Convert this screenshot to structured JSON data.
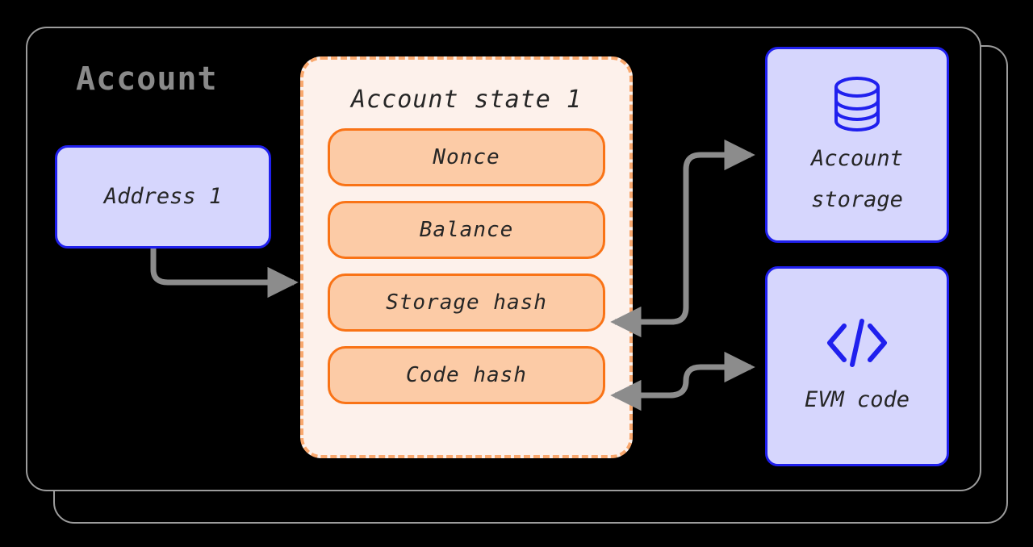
{
  "diagram": {
    "group_title": "Account",
    "address_node": {
      "label": "Address 1",
      "fill": "#d6d6fd",
      "border": "#2020ee"
    },
    "account_state": {
      "title": "Account state 1",
      "panel_fill": "#fdf1eb",
      "panel_border": "#f9a86e",
      "field_fill": "#fccba6",
      "field_border": "#f97316",
      "fields": [
        {
          "label": "Nonce"
        },
        {
          "label": "Balance"
        },
        {
          "label": "Storage hash"
        },
        {
          "label": "Code hash"
        }
      ]
    },
    "external_nodes": [
      {
        "id": "account-storage",
        "icon": "database-icon",
        "line1": "Account",
        "line2": "storage"
      },
      {
        "id": "evm-code",
        "icon": "code-icon",
        "line1": "EVM code",
        "line2": ""
      }
    ],
    "connectors": [
      {
        "from": "Address 1",
        "to": "Account state 1",
        "direction": "forward"
      },
      {
        "from": "Storage hash",
        "to": "Account storage",
        "direction": "both"
      },
      {
        "from": "Code hash",
        "to": "EVM code",
        "direction": "both"
      }
    ],
    "colors": {
      "background": "#000000",
      "frame": "#9c9c9c",
      "arrow": "#8c8c8c",
      "title_text": "#8a8a8a",
      "body_text": "#262626",
      "accent_blue": "#2020ee",
      "accent_orange": "#f97316"
    }
  }
}
